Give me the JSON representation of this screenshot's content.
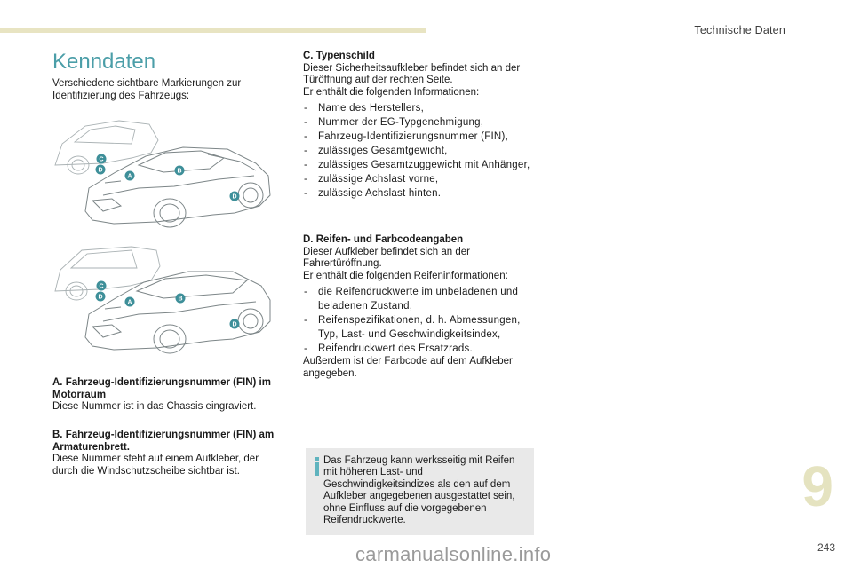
{
  "header": {
    "section": "Technische Daten",
    "title": "Kenndaten",
    "intro": "Verschiedene sichtbare Markierungen zur Identifizierung des Fahrzeugs:"
  },
  "figures": {
    "markers": [
      "A",
      "B",
      "C",
      "D",
      "D"
    ]
  },
  "labels": {
    "a": {
      "head": "A. Fahrzeug-Identifizierungsnummer (FIN) im Motorraum",
      "body": "Diese Nummer ist in das Chassis eingraviert."
    },
    "b": {
      "head": "B. Fahrzeug-Identifizierungsnummer (FIN) am Armaturenbrett.",
      "body": "Diese Nummer steht auf einem Aufkleber, der durch die Windschutzscheibe sichtbar ist."
    },
    "c": {
      "head": "C. Typenschild",
      "line1": "Dieser Sicherheitsaufkleber befindet sich an der Türöffnung auf der rechten Seite.",
      "line2": "Er enthält die folgenden Informationen:",
      "items": [
        "Name des Herstellers,",
        "Nummer der EG-Typgenehmigung,",
        "Fahrzeug-Identifizierungsnummer (FIN),",
        "zulässiges Gesamtgewicht,",
        "zulässiges Gesamtzuggewicht mit Anhänger,",
        "zulässige Achslast vorne,",
        "zulässige Achslast hinten."
      ]
    },
    "d": {
      "head": "D. Reifen- und Farbcodeangaben",
      "line1": "Dieser Aufkleber befindet sich an der Fahrertüröffnung.",
      "line2": "Er enthält die folgenden Reifeninformationen:",
      "items": [
        "die Reifendruckwerte im unbeladenen und beladenen Zustand,",
        "Reifenspezifikationen, d. h. Abmessungen, Typ, Last- und Geschwindigkeitsindex,",
        "Reifendruckwert des Ersatzrads."
      ],
      "line3": "Außerdem ist der Farbcode auf dem Aufkleber angegeben."
    }
  },
  "note": {
    "text": "Das Fahrzeug kann werksseitig mit Reifen mit höheren Last- und Geschwindigkeitsindizes als den auf dem Aufkleber angegebenen ausgestattet sein, ohne Einfluss auf die vorgegebenen Reifendruckwerte."
  },
  "footer": {
    "chapter": "9",
    "page": "243",
    "watermark": "carmanualsonline.info"
  },
  "colors": {
    "accent": "#4b9ea8",
    "marker": "#3e8f99",
    "note_background": "#e9e9e9",
    "top_bar": "#e8e4c2"
  }
}
